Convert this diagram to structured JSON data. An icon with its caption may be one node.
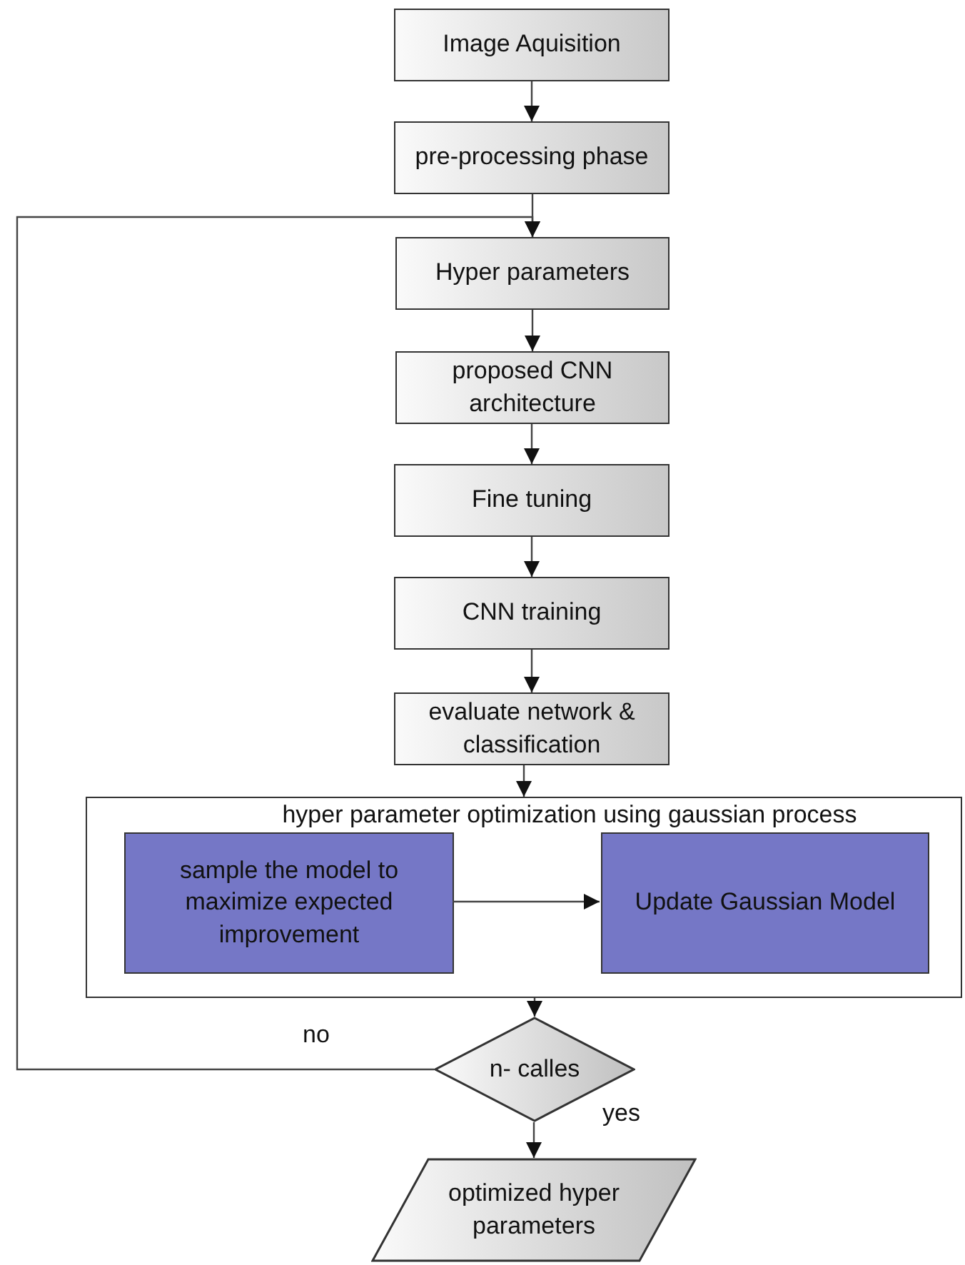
{
  "diagram": {
    "nodes": [
      {
        "text": [
          "Image Aquisition"
        ]
      },
      {
        "text": [
          "pre-processing phase"
        ]
      },
      {
        "text": [
          "Hyper parameters"
        ]
      },
      {
        "text": [
          "proposed CNN architecture"
        ]
      },
      {
        "text": [
          "Fine tuning"
        ]
      },
      {
        "text": [
          "CNN training"
        ]
      },
      {
        "text": [
          "evaluate network & classification"
        ]
      },
      {
        "text": [
          "hyper parameter optimization using gaussian process"
        ]
      },
      {
        "text": [
          "sample the model to maximize expected improvement"
        ],
        "in": 7
      },
      {
        "text": [
          "Update Gaussian Model"
        ],
        "in": 7
      },
      {
        "text": [
          "n- calles"
        ]
      },
      {
        "text": [
          "optimized hyper parameters"
        ]
      }
    ],
    "edges": [
      {
        "from": 0,
        "to": 1,
        "arrow": "to"
      },
      {
        "from": 1,
        "to": 2,
        "arrow": "to"
      },
      {
        "from": 2,
        "to": 3,
        "arrow": "to"
      },
      {
        "from": 3,
        "to": 4,
        "arrow": "to"
      },
      {
        "from": 4,
        "to": 5,
        "arrow": "to"
      },
      {
        "from": 5,
        "to": 6,
        "arrow": "to"
      },
      {
        "from": 6,
        "to": 7,
        "arrow": "to"
      },
      {
        "from": 8,
        "to": 9,
        "arrow": "to"
      },
      {
        "from": 7,
        "to": 10,
        "arrow": "to"
      },
      {
        "from": 10,
        "to": 2,
        "arrow": "to",
        "label": "no"
      },
      {
        "from": 10,
        "to": 11,
        "arrow": "to",
        "label": "yes"
      }
    ]
  }
}
